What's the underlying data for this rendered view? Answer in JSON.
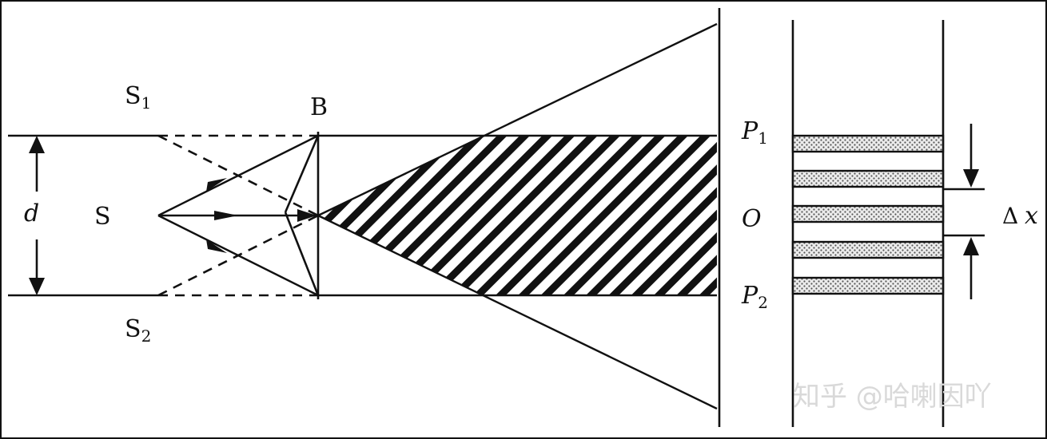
{
  "labels": {
    "S1_main": "S",
    "S1_sub": "1",
    "S2_main": "S",
    "S2_sub": "2",
    "B": "B",
    "S": "S",
    "d": "d",
    "P1_main": "P",
    "P1_sub": "1",
    "O": "O",
    "P2_main": "P",
    "P2_sub": "2",
    "delta": "Δ",
    "x": "x"
  },
  "watermark": "知乎 @哈喇因吖",
  "colors": {
    "line": "#111111",
    "fringe_fill": "#e9e9e9",
    "watermark": "#d9d9d9"
  }
}
